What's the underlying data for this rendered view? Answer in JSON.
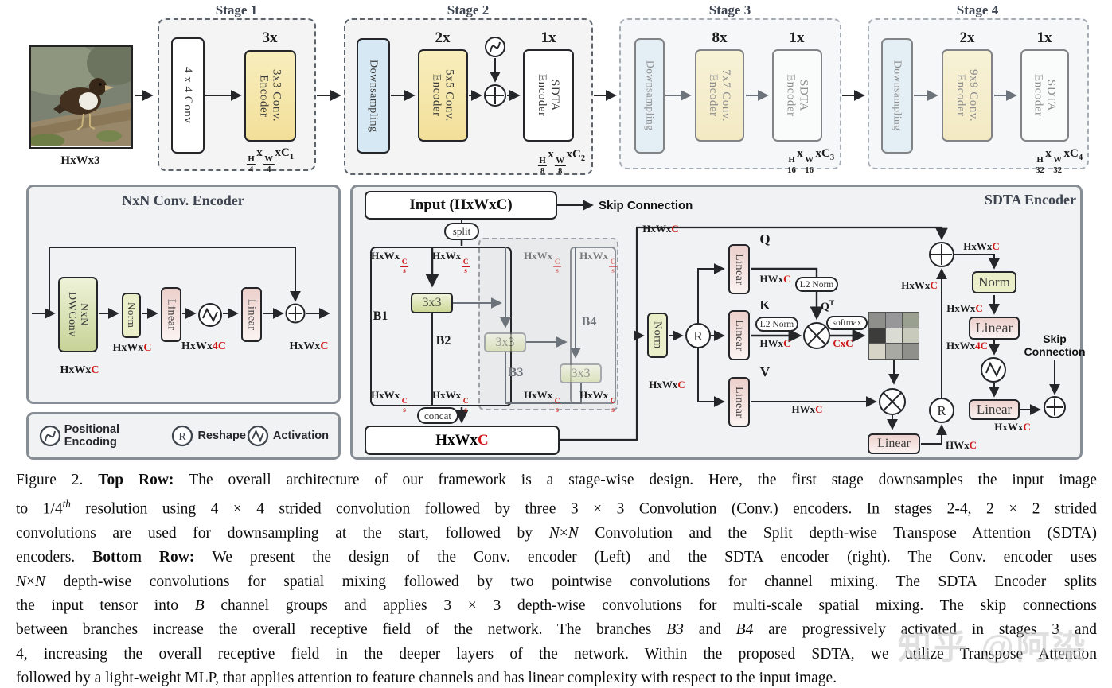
{
  "dims": {
    "hxwx3": [
      {
        "t": "HxWx3"
      }
    ],
    "hxwxc": [
      {
        "t": "HxWx"
      },
      {
        "r": "C"
      }
    ],
    "hxwx4c": [
      {
        "t": "HxWx"
      },
      {
        "r": "4C"
      }
    ],
    "hwxc": [
      {
        "t": "HWx"
      },
      {
        "r": "C"
      }
    ],
    "cxc": [
      {
        "r": "CxC"
      }
    ],
    "cs": [
      {
        "t": "HxWx"
      },
      {
        "rf": [
          "C",
          "s"
        ]
      }
    ],
    "qt": [
      {
        "t": "Q"
      },
      {
        "sup": "T"
      }
    ]
  },
  "top_row": {
    "stage1": {
      "title": "Stage 1",
      "stem": "4 x 4 Conv",
      "enc": "3x3 Conv.\nEncoder",
      "enc_mult": "3x",
      "dim": [
        {
          "f": [
            "H",
            "4"
          ]
        },
        {
          "t": "x"
        },
        {
          "f": [
            "W",
            "4"
          ]
        },
        {
          "t": "xC"
        },
        {
          "sub": "1"
        }
      ]
    },
    "stage2": {
      "title": "Stage 2",
      "down": "Downsampling",
      "enc": "5x5 Conv.\nEncoder",
      "enc_mult": "2x",
      "sdta": "SDTA\nEncoder",
      "sdta_mult": "1x",
      "dim": [
        {
          "f": [
            "H",
            "8"
          ]
        },
        {
          "t": "x"
        },
        {
          "f": [
            "W",
            "8"
          ]
        },
        {
          "t": "xC"
        },
        {
          "sub": "2"
        }
      ]
    },
    "stage3": {
      "title": "Stage 3",
      "down": "Downsampling",
      "enc": "7x7 Conv.\nEncoder",
      "enc_mult": "8x",
      "sdta": "SDTA\nEncoder",
      "sdta_mult": "1x",
      "dim": [
        {
          "f": [
            "H",
            "16"
          ]
        },
        {
          "t": "x"
        },
        {
          "f": [
            "W",
            "16"
          ]
        },
        {
          "t": "xC"
        },
        {
          "sub": "3"
        }
      ]
    },
    "stage4": {
      "title": "Stage 4",
      "down": "Downsampling",
      "enc": "9x9 Conv.\nEncoder",
      "enc_mult": "2x",
      "sdta": "SDTA\nEncoder",
      "sdta_mult": "1x",
      "dim": [
        {
          "f": [
            "H",
            "32"
          ]
        },
        {
          "t": "x"
        },
        {
          "f": [
            "W",
            "32"
          ]
        },
        {
          "t": "xC"
        },
        {
          "sub": "4"
        }
      ]
    }
  },
  "conv_panel": {
    "title": "NxN Conv. Encoder",
    "dwconv": "NxN\nDWConv",
    "norm": "Norm",
    "linear": "Linear"
  },
  "legend": {
    "items": [
      {
        "icon": "positional-encoding",
        "label": "Positional Encoding"
      },
      {
        "icon": "reshape",
        "label": "Reshape"
      },
      {
        "icon": "activation",
        "label": "Activation"
      }
    ]
  },
  "sdta": {
    "title": "SDTA Encoder",
    "input": "Input (HxWxC)",
    "skip_top": "Skip Connection",
    "split": "split",
    "concat": "concat",
    "b1": "B1",
    "b2": "B2",
    "b3": "B3",
    "b4": "B4",
    "conv3x3": "3x3",
    "norm": "Norm",
    "reshape": "R",
    "q": "Q",
    "k": "K",
    "v": "V",
    "linear": "Linear",
    "l2norm": "L2 Norm",
    "softmax": "softmax",
    "skip_right": "Skip\nConnection",
    "attn_colors": [
      "#8e8e8a",
      "#97979a",
      "#9aa08f",
      "#3c3c3a",
      "#dadbd2",
      "#c8cabc",
      "#d6d4c6",
      "#a9a9a3",
      "#8f8f8b"
    ]
  },
  "caption": {
    "lines": [
      [
        {
          "t": "Figure 2. "
        },
        {
          "b": "Top Row: "
        },
        {
          "t": "The overall architecture of our framework is a stage-wise design. Here, the first stage downsamples the input image"
        }
      ],
      [
        {
          "t": "to 1/4"
        },
        {
          "sup": "th"
        },
        {
          "t": " resolution using 4 × 4 strided convolution followed by three 3 × 3 Convolution (Conv.) encoders. In stages 2-4, 2 × 2 strided"
        }
      ],
      [
        {
          "t": "convolutions are used for downsampling at the start, followed by "
        },
        {
          "i": "N"
        },
        {
          "t": "×"
        },
        {
          "i": "N"
        },
        {
          "t": " Convolution and the Split depth-wise Transpose Attention (SDTA)"
        }
      ],
      [
        {
          "t": "encoders. "
        },
        {
          "b": "Bottom Row: "
        },
        {
          "t": "We present the design of the Conv. encoder (Left) and the SDTA encoder (right). The Conv. encoder uses"
        }
      ],
      [
        {
          "i": "N"
        },
        {
          "t": "×"
        },
        {
          "i": "N"
        },
        {
          "t": " depth-wise convolutions for spatial mixing followed by two pointwise convolutions for channel mixing. The SDTA Encoder splits"
        }
      ],
      [
        {
          "t": "the input tensor into "
        },
        {
          "i": "B"
        },
        {
          "t": " channel groups and applies 3 × 3 depth-wise convolutions for multi-scale spatial mixing. The skip connections"
        }
      ],
      [
        {
          "t": "between branches increase the overall receptive field of the network. The branches "
        },
        {
          "i": "B3"
        },
        {
          "t": " and "
        },
        {
          "i": "B4"
        },
        {
          "t": " are progressively activated in stages 3 and"
        }
      ],
      [
        {
          "t": "4, increasing the overall receptive field in the deeper layers of the network. Within the proposed SDTA, we utilize Transpose Attention"
        }
      ],
      [
        {
          "t": "followed by a light-weight MLP, that applies attention to feature channels and has linear complexity with respect to the input image."
        }
      ]
    ]
  },
  "watermark": {
    "text": "知乎 @阿染"
  }
}
